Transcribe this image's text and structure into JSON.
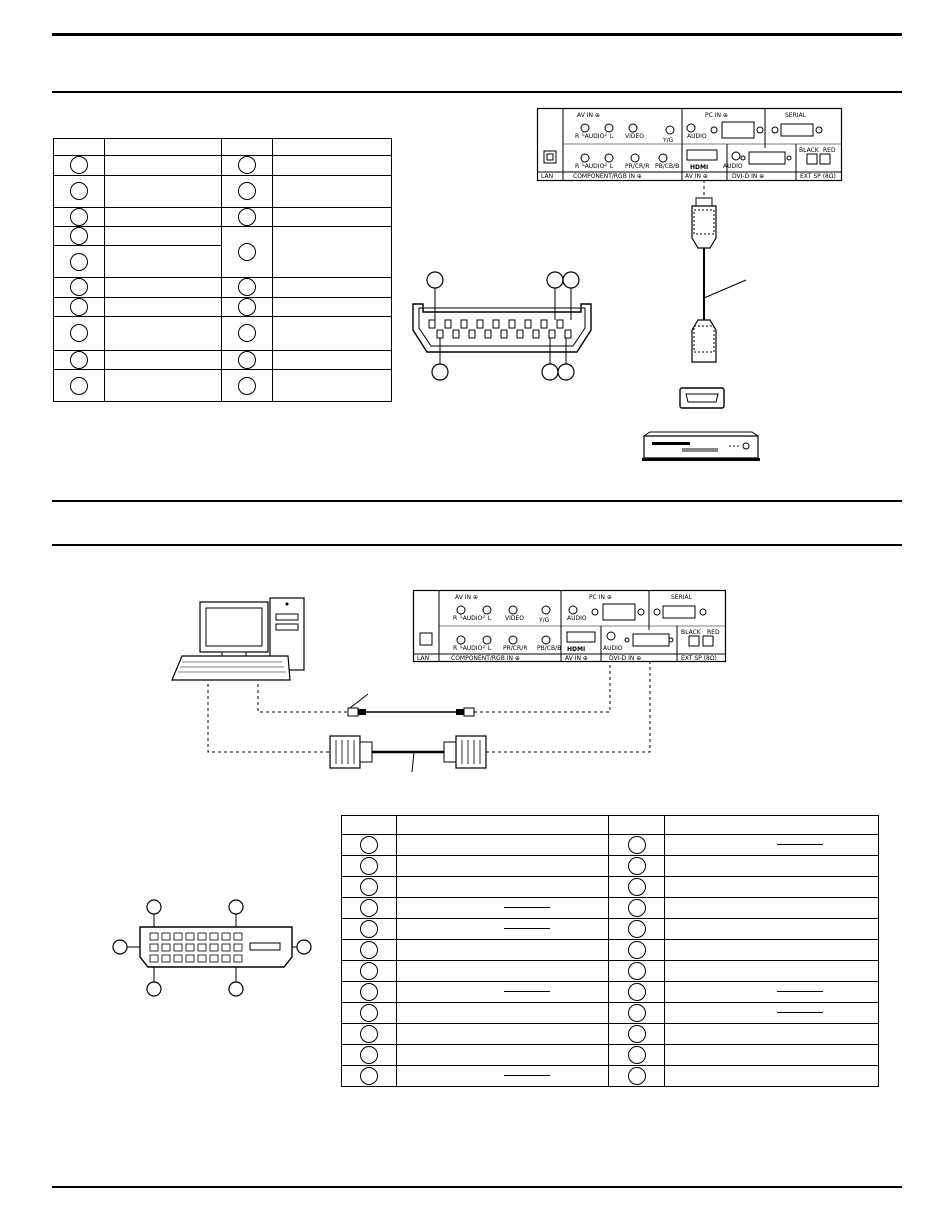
{
  "panel": {
    "av_in": "AV IN ⊕",
    "pc_in": "PC IN ⊕",
    "serial": "SERIAL",
    "audio_lr": "R └AUDIO┘ L",
    "video": "VIDEO",
    "yg": "Y/G",
    "audio": "AUDIO",
    "pbcbb": "PB/CB/B",
    "prcrr": "PR/CR/R",
    "hdmi": "HDMI",
    "lan": "LAN",
    "component_rgb": "COMPONENT/RGB IN ⊕",
    "av_in_bottom": "AV IN ⊕",
    "dvid_in": "DVI-D IN ⊕",
    "ext_sp": "EXT SP (8Ω)",
    "black": "BLACK",
    "red": "RED"
  },
  "colors": {
    "ink": "#000000",
    "paper": "#ffffff",
    "grey": "#888888"
  },
  "icons": [
    "hdmi-plug-icon",
    "hdmi-port-icon",
    "dvd-player-icon",
    "computer-icon",
    "dvi-plug-icon",
    "mini-jack-icon"
  ],
  "hdmi_table_rows": 10,
  "dvi_table_rows": 12
}
